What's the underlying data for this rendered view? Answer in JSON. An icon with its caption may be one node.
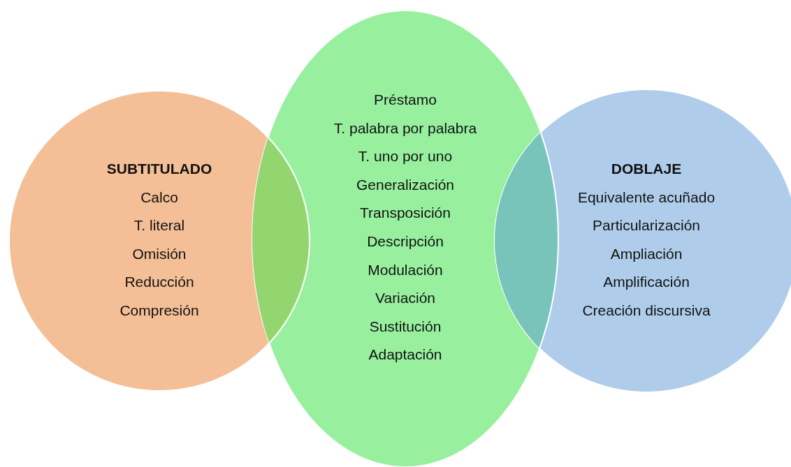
{
  "diagram": {
    "nodes": [
      {
        "text": [
          "SUBTITULADO",
          "Calco",
          "T. literal",
          "Omisión",
          "Reducción",
          "Compresión"
        ]
      },
      {
        "text": [
          "Préstamo",
          "T. palabra por palabra",
          "T. uno por uno",
          "Generalización",
          "Transposición",
          "Descripción",
          "Modulación",
          "Variación",
          "Sustitución",
          "Adaptación"
        ]
      },
      {
        "text": [
          "DOBLAJE",
          "Equivalente acuñado",
          "Particularización",
          "Ampliación",
          "Amplificación",
          "Creación discursiva"
        ]
      }
    ]
  }
}
